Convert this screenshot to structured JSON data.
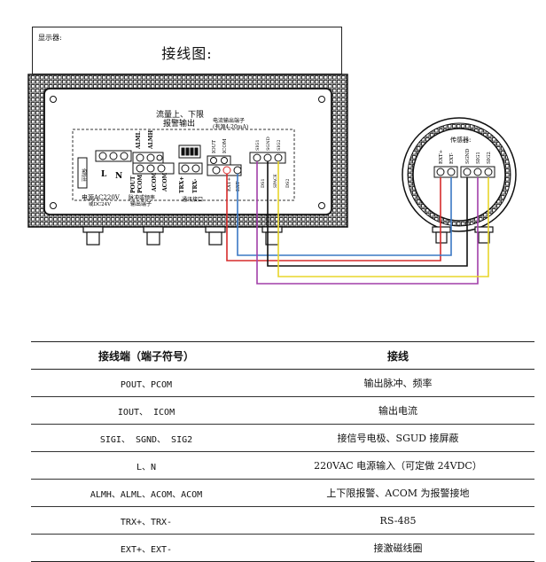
{
  "display": {
    "label": "显示器:",
    "title": "接线图:"
  },
  "panel": {
    "flow_limit": "流量上、下限",
    "alarm_out": "报警输出",
    "current_title": "电流输出端子",
    "current_sub": "(有源4-20mA)",
    "power_note": "电源AC220V",
    "power_alt": "或DC24V",
    "pulse_note": "脉冲或频率",
    "pulse_note2": "输出端子",
    "comm_note": "通讯接口",
    "fuse": "保险丝",
    "terminals": {
      "L": "L",
      "N": "N",
      "ALML": "ALML",
      "ALMH": "ALMH",
      "POUT": "POUT",
      "PCOM": "PCOM",
      "ACOM1": "ACOM",
      "ACOM2": "ACOM",
      "TRXp": "TRX+",
      "TRXm": "TRX-",
      "IOUT": "IOUT",
      "ICOM": "ICOM",
      "EXTp": "EXT+",
      "EXTm": "EXT-",
      "SIG1": "SIG1",
      "SGND": "SGND",
      "SIG2": "SIG2",
      "DS1": "DS1",
      "SPACE": "SPACE",
      "DS2": "DS2"
    }
  },
  "sensor": {
    "title": "传感器:",
    "terminals": {
      "EXTp": "EXT+",
      "EXTm": "EXT-",
      "SGND": "SGND",
      "SIG1": "SIG1",
      "SIG2": "SIG2"
    }
  },
  "wire_colors": {
    "red": "#d62b2b",
    "blue": "#3a78c4",
    "black": "#111111",
    "purple": "#a23fa8",
    "yellow": "#e8d52a"
  },
  "table": {
    "headers": [
      "接线端（端子符号）",
      "接线"
    ],
    "rows": [
      [
        "POUT、PCOM",
        "输出脉冲、频率"
      ],
      [
        "IOUT、 ICOM",
        "输出电流"
      ],
      [
        "SIGI、 SGND、 SIG2",
        "接信号电极、SGUD 接屏蔽"
      ],
      [
        "L、N",
        "220VAC 电源输入（可定做 24VDC）"
      ],
      [
        "ALMH、ALML、ACOM、ACOM",
        "上下限报警、ACOM 为报警接地"
      ],
      [
        "TRX+、TRX-",
        "RS-485"
      ],
      [
        "EXT+、EXT-",
        "接激磁线圈"
      ]
    ]
  }
}
